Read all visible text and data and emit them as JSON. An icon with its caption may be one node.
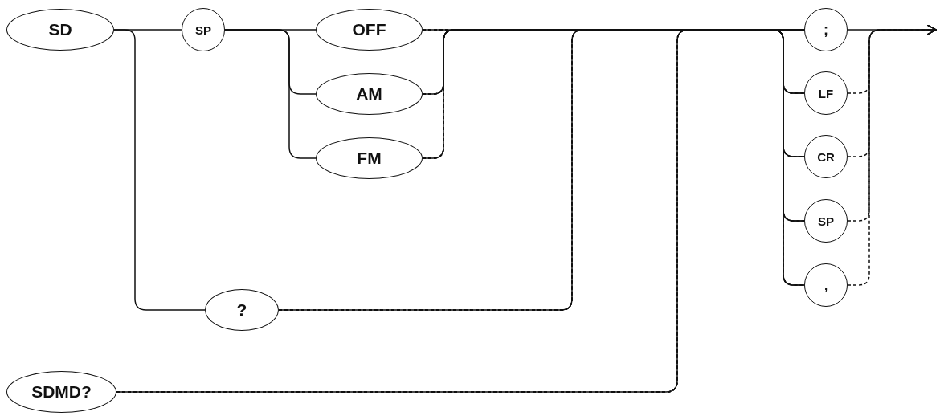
{
  "diagram": {
    "nodes": [
      {
        "text": [
          "SD"
        ]
      },
      {
        "text": [
          "SP"
        ]
      },
      {
        "text": [
          "OFF"
        ]
      },
      {
        "text": [
          "AM"
        ]
      },
      {
        "text": [
          "FM"
        ]
      },
      {
        "text": [
          "?"
        ]
      },
      {
        "text": [
          "SDMD?"
        ]
      },
      {
        "text": [
          ";"
        ]
      },
      {
        "text": [
          "LF"
        ]
      },
      {
        "text": [
          "CR"
        ]
      },
      {
        "text": [
          "SP"
        ]
      },
      {
        "text": [
          ","
        ]
      }
    ],
    "edges": [
      {
        "from": 0,
        "to": 1,
        "arrow": "none"
      },
      {
        "from": 0,
        "to": 5,
        "arrow": "none"
      },
      {
        "from": 1,
        "to": 2,
        "arrow": "none"
      },
      {
        "from": 1,
        "to": 3,
        "arrow": "none"
      },
      {
        "from": 1,
        "to": 4,
        "arrow": "none"
      },
      {
        "from": 2,
        "to": 7,
        "arrow": "none"
      },
      {
        "from": 2,
        "to": 8,
        "arrow": "none",
        "style": "dashed"
      },
      {
        "from": 2,
        "to": 9,
        "arrow": "none",
        "style": "dashed"
      },
      {
        "from": 2,
        "to": 10,
        "arrow": "none",
        "style": "dashed"
      },
      {
        "from": 2,
        "to": 11,
        "arrow": "none",
        "style": "dashed"
      },
      {
        "from": 3,
        "to": 7,
        "arrow": "none"
      },
      {
        "from": 3,
        "to": 8,
        "arrow": "none",
        "style": "dashed"
      },
      {
        "from": 3,
        "to": 9,
        "arrow": "none",
        "style": "dashed"
      },
      {
        "from": 3,
        "to": 10,
        "arrow": "none",
        "style": "dashed"
      },
      {
        "from": 3,
        "to": 11,
        "arrow": "none",
        "style": "dashed"
      },
      {
        "from": 4,
        "to": 7,
        "arrow": "none"
      },
      {
        "from": 4,
        "to": 8,
        "arrow": "none",
        "style": "dashed"
      },
      {
        "from": 4,
        "to": 9,
        "arrow": "none",
        "style": "dashed"
      },
      {
        "from": 4,
        "to": 10,
        "arrow": "none",
        "style": "dashed"
      },
      {
        "from": 4,
        "to": 11,
        "arrow": "none",
        "style": "dashed"
      },
      {
        "from": 5,
        "to": 7,
        "arrow": "none"
      },
      {
        "from": 5,
        "to": 8,
        "arrow": "none",
        "style": "dashed"
      },
      {
        "from": 5,
        "to": 9,
        "arrow": "none",
        "style": "dashed"
      },
      {
        "from": 5,
        "to": 10,
        "arrow": "none",
        "style": "dashed"
      },
      {
        "from": 5,
        "to": 11,
        "arrow": "none",
        "style": "dashed"
      },
      {
        "from": 6,
        "to": 7,
        "arrow": "none"
      },
      {
        "from": 6,
        "to": 8,
        "arrow": "none",
        "style": "dashed"
      },
      {
        "from": 6,
        "to": 9,
        "arrow": "none",
        "style": "dashed"
      },
      {
        "from": 6,
        "to": 10,
        "arrow": "none",
        "style": "dashed"
      },
      {
        "from": 6,
        "to": 11,
        "arrow": "none",
        "style": "dashed"
      },
      {
        "from": 7,
        "to": null,
        "arrow": "to"
      },
      {
        "from": 8,
        "to": null,
        "arrow": "to",
        "style": "dashed"
      },
      {
        "from": 9,
        "to": null,
        "arrow": "to",
        "style": "dashed"
      },
      {
        "from": 10,
        "to": null,
        "arrow": "to",
        "style": "dashed"
      },
      {
        "from": 11,
        "to": null,
        "arrow": "to",
        "style": "dashed"
      }
    ]
  }
}
